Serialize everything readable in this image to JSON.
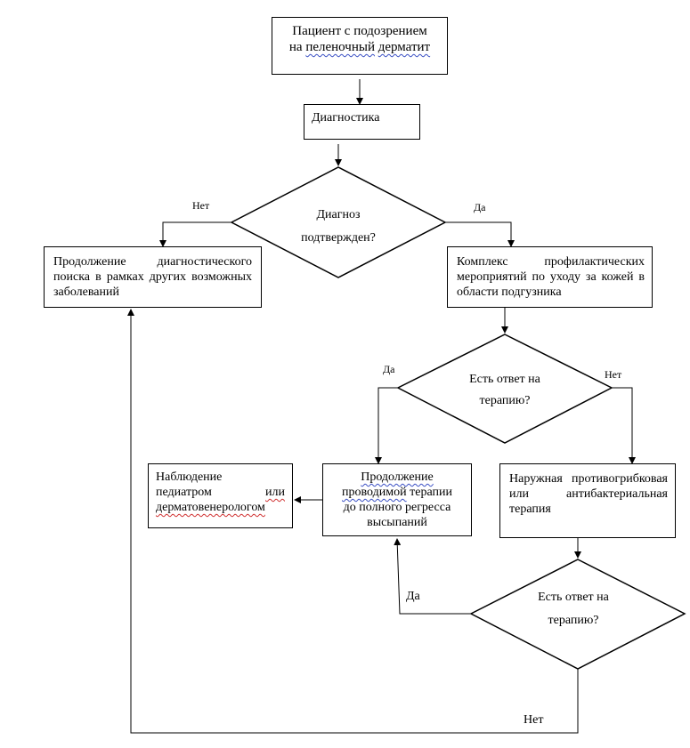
{
  "nodes": {
    "start_line1": "Пациент с подозрением",
    "start_line2_prefix": "на ",
    "start_line2_word": "пеленочный",
    "start_line2_word2": "дерматит",
    "diagnostics": "Диагностика",
    "decision1_line1": "Диагноз",
    "decision1_line2": "подтвержден?",
    "continue_search": "Продолжение диагностического поиска в рамках других возможных заболеваний",
    "prevention": "Комплекс профилактических мероприятий по уходу за кожей в области подгузника",
    "decision2_line1": "Есть ответ на",
    "decision2_line2": "терапию?",
    "observation_line1": "Наблюдение",
    "observation_line2_a": "педиатром",
    "observation_line2_b": "или",
    "observation_line3": "дерматовенерологом",
    "continue_therapy_line1": "Продолжение",
    "continue_therapy_line2_word": "проводимой",
    "continue_therapy_line2_rest": " терапии",
    "continue_therapy_line3": "до полного регресса",
    "continue_therapy_line4": "высыпаний",
    "external_therapy": "Наружная противогрибковая или антибактериальная терапия",
    "decision3_line1": "Есть ответ на",
    "decision3_line2": "терапию?"
  },
  "labels": {
    "d1_no": "Нет",
    "d1_yes": "Да",
    "d2_yes": "Да",
    "d2_no": "Нет",
    "d3_yes": "Да",
    "d3_no": "Нет"
  }
}
